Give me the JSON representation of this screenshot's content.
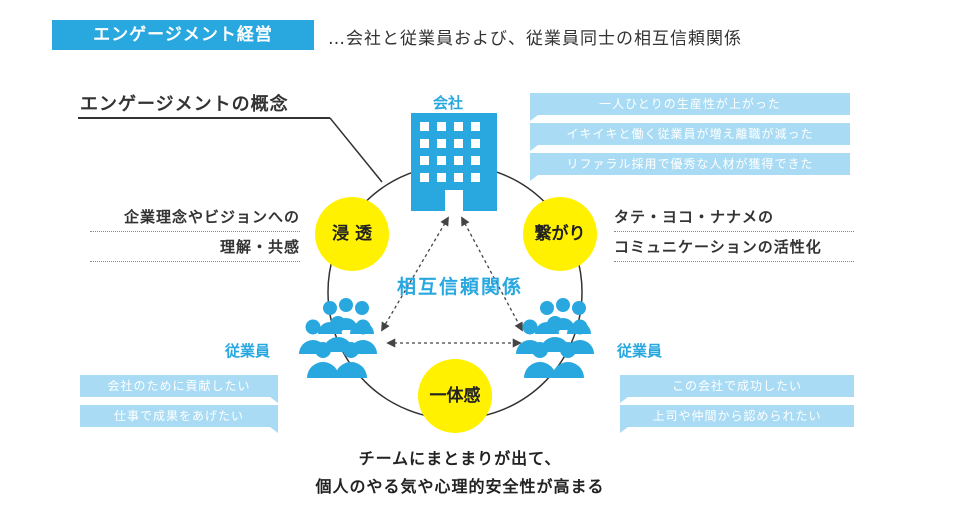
{
  "header": {
    "tag": "エンゲージメント経営",
    "subtitle": "…会社と従業員および、従業員同士の相互信頼関係"
  },
  "concept_title": "エンゲージメントの概念",
  "center_label": "相互信頼関係",
  "company": {
    "label": "会社",
    "bubbles": [
      "一人ひとりの生産性が上がった",
      "イキイキと働く従業員が増え離職が減った",
      "リファラル採用で優秀な人材が獲得できた"
    ]
  },
  "circles": {
    "left": "浸 透",
    "right": "繋がり",
    "bottom": "一体感"
  },
  "left_text": [
    "企業理念やビジョンへの",
    "理解・共感"
  ],
  "right_text": [
    "タテ・ヨコ・ナナメの",
    "コミュニケーションの活性化"
  ],
  "employee_left": {
    "label": "従業員",
    "bubbles": [
      "会社のために貢献したい",
      "仕事で成果をあげたい"
    ]
  },
  "employee_right": {
    "label": "従業員",
    "bubbles": [
      "この会社で成功したい",
      "上司や仲間から認められたい"
    ]
  },
  "bottom_text": [
    "チームにまとまりが出て、",
    "個人のやる気や心理的安全性が高まる"
  ],
  "colors": {
    "accent_blue": "#29a8e0",
    "light_blue": "#a9dcf4",
    "yellow": "#fff100",
    "text": "#333333"
  },
  "icons": {
    "company": "office-building-icon",
    "employees": "people-group-icon"
  }
}
